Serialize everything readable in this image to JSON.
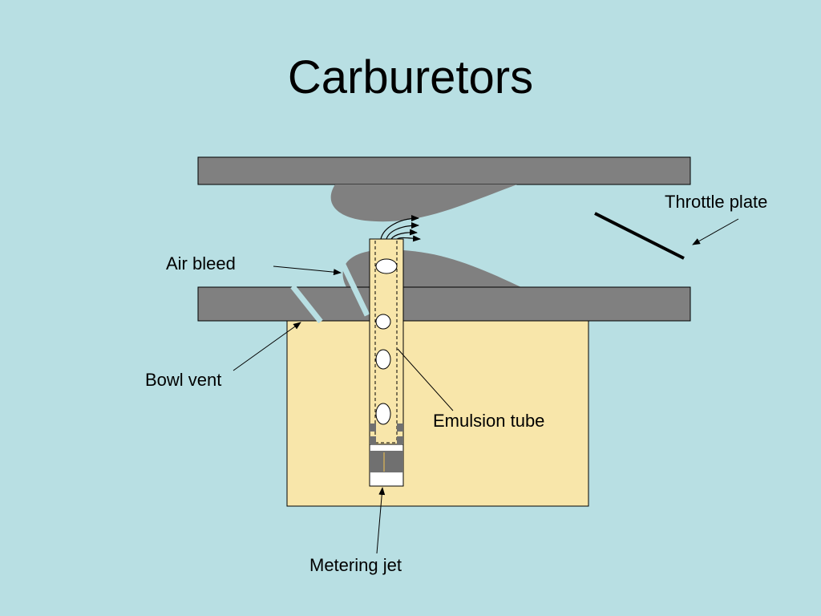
{
  "title": "Carburetors",
  "labels": {
    "throttle_plate": "Throttle plate",
    "air_bleed": "Air bleed",
    "bowl_vent": "Bowl vent",
    "emulsion_tube": "Emulsion tube",
    "metering_jet": "Metering jet"
  },
  "colors": {
    "background": "#b8dfe3",
    "metal": "#808080",
    "fuel": "#f8e6aa",
    "outline": "#000000",
    "vent": "#b8dfe3",
    "hole": "#ffffff"
  }
}
